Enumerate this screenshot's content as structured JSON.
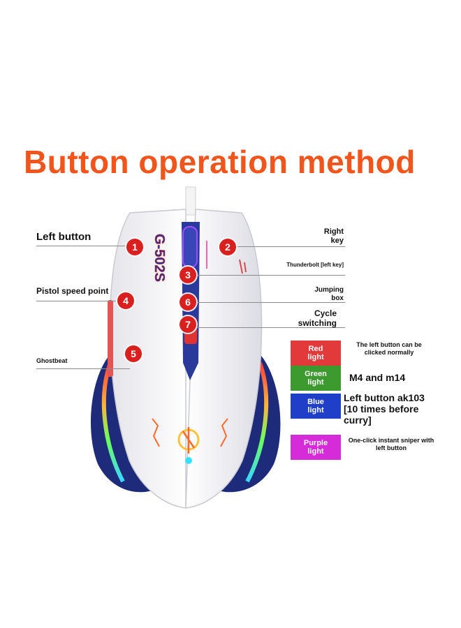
{
  "title": "Button operation method",
  "labels": {
    "left_button": "Left button",
    "pistol_speed": "Pistol speed point",
    "ghostbeat": "Ghostbeat",
    "right_key_1": "Right",
    "right_key_2": "key",
    "thunderbolt": "Thunderbolt [left key]",
    "jumping_1": "Jumping",
    "jumping_2": "box",
    "cycle_1": "Cycle",
    "cycle_2": "switching"
  },
  "badges": {
    "b1": "1",
    "b2": "2",
    "b3": "3",
    "b4": "4",
    "b5": "5",
    "b6": "6",
    "b7": "7"
  },
  "mouse_model_text": "G-502S",
  "lights": [
    {
      "line1": "Red",
      "line2": "light",
      "color": "#e23a3a",
      "description": "The left button can be clicked normally"
    },
    {
      "line1": "Green",
      "line2": "light",
      "color": "#3d9a2e",
      "description": "M4 and m14"
    },
    {
      "line1": "Blue",
      "line2": "light",
      "color": "#1f3fc9",
      "description": "Left button ak103 [10 times before curry]"
    },
    {
      "line1": "Purple",
      "line2": "light",
      "color": "#d62bd8",
      "description": "One-click instant sniper with left button"
    }
  ]
}
